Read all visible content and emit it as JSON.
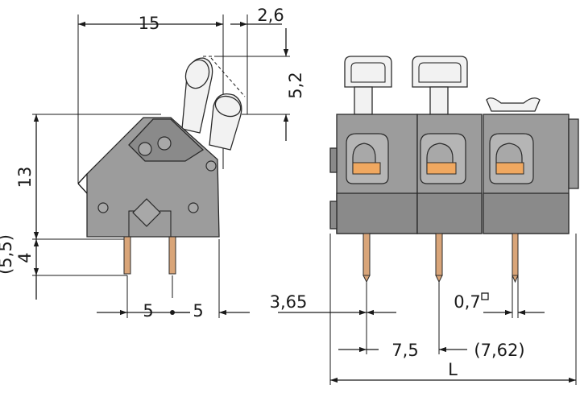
{
  "dimensions": {
    "side_width": "15",
    "lever_offset": "2,6",
    "lever_height": "5,2",
    "body_height": "13",
    "pin_length": "4",
    "pin_length_alt": "(5,5)",
    "pitch_left": "5",
    "pitch_right": "5",
    "edge_offset": "3,65",
    "pin_size": "0,7",
    "pitch": "7,5",
    "pitch_alt": "(7,62)",
    "length": "L"
  },
  "icons": {
    "square_pin_marker": "square-outline-icon",
    "arrow_head": "arrowhead-icon"
  }
}
